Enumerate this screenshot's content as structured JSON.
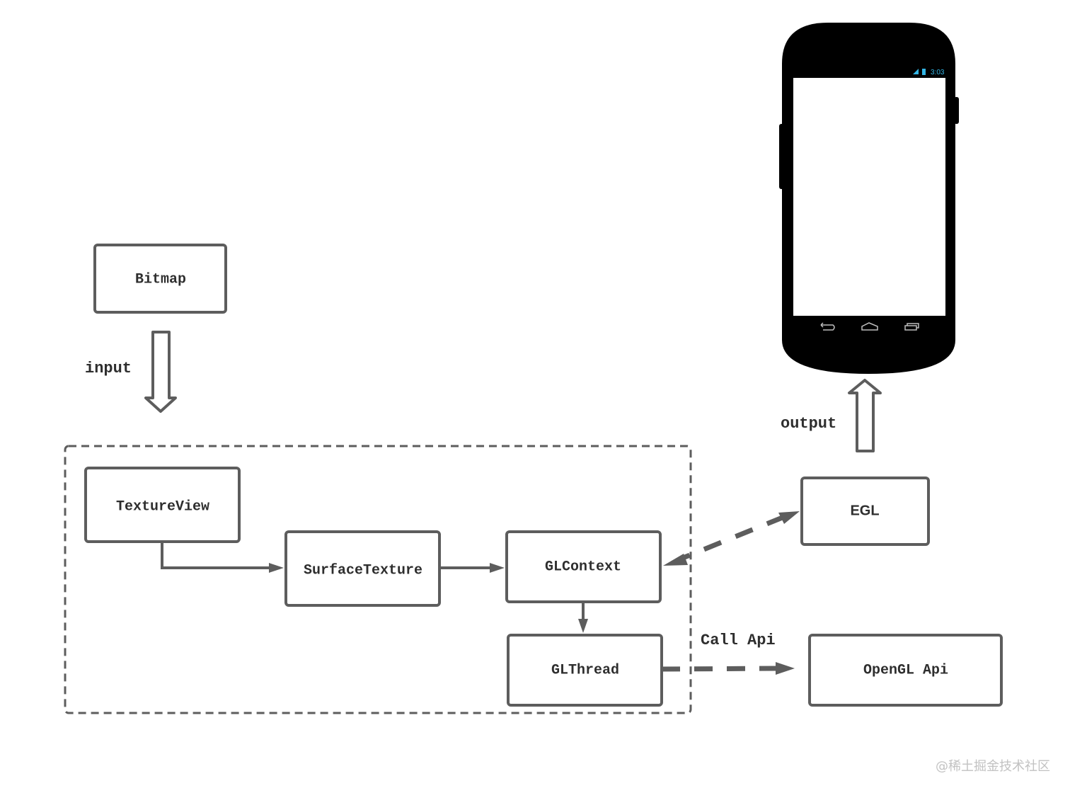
{
  "diagram": {
    "nodes": {
      "bitmap": "Bitmap",
      "texture_view": "TextureView",
      "surface_texture": "SurfaceTexture",
      "gl_context": "GLContext",
      "gl_thread": "GLThread",
      "egl": "EGL",
      "opengl_api": "OpenGL Api"
    },
    "edge_labels": {
      "input": "input",
      "output": "output",
      "call_api": "Call Api"
    },
    "edges": [
      {
        "from": "Bitmap",
        "to": "TextureView group",
        "style": "hollow-arrow",
        "label": "input"
      },
      {
        "from": "TextureView",
        "to": "SurfaceTexture",
        "style": "solid"
      },
      {
        "from": "SurfaceTexture",
        "to": "GLContext",
        "style": "solid"
      },
      {
        "from": "GLContext",
        "to": "GLThread",
        "style": "solid"
      },
      {
        "from": "EGL",
        "to": "GLContext",
        "style": "dashed-bidirectional"
      },
      {
        "from": "GLThread",
        "to": "OpenGL Api",
        "style": "dashed",
        "label": "Call Api"
      },
      {
        "from": "EGL",
        "to": "Phone",
        "style": "hollow-arrow",
        "label": "output"
      }
    ],
    "phone": {
      "status_time": "3:03",
      "status_color": "#33b5e5",
      "nav_icons": [
        "back-icon",
        "home-icon",
        "recents-icon"
      ]
    },
    "colors": {
      "stroke": "#5d5d5d",
      "text": "#2e2e2e"
    }
  },
  "watermark": "@稀土掘金技术社区"
}
